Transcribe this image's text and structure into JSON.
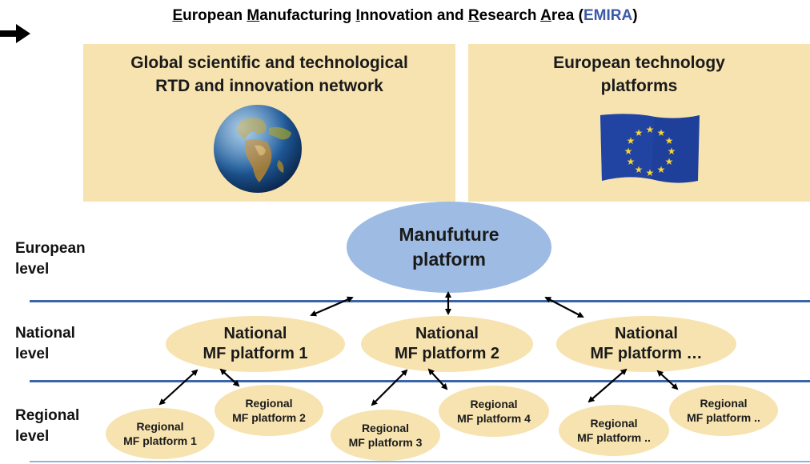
{
  "title": {
    "w1_first": "E",
    "w1_rest": "uropean",
    "w2_first": "M",
    "w2_rest": "anufacturing",
    "w3_first": "I",
    "w3_rest": "nnovation and",
    "w4_first": "R",
    "w4_rest": "esearch",
    "w5_first": "A",
    "w5_rest": "rea (",
    "acronym": "EMIRA",
    "close": ")"
  },
  "boxes": {
    "global_line1": "Global scientific and technological",
    "global_line2": "RTD and innovation network",
    "etp_line1": "European technology",
    "etp_line2": "platforms"
  },
  "levels": {
    "european_1": "European",
    "european_2": "level",
    "national_1": "National",
    "national_2": "level",
    "regional_1": "Regional",
    "regional_2": "level"
  },
  "manufuture": {
    "line1": "Manufuture",
    "line2": "platform"
  },
  "national_platforms": [
    {
      "line1": "National",
      "line2": "MF platform 1"
    },
    {
      "line1": "National",
      "line2": "MF platform 2"
    },
    {
      "line1": "National",
      "line2": "MF platform …"
    }
  ],
  "regional_platforms": [
    {
      "line1": "Regional",
      "line2": "MF platform 1"
    },
    {
      "line1": "Regional",
      "line2": "MF platform 2"
    },
    {
      "line1": "Regional",
      "line2": "MF platform 3"
    },
    {
      "line1": "Regional",
      "line2": "MF platform 4"
    },
    {
      "line1": "Regional",
      "line2": "MF platform .."
    },
    {
      "line1": "Regional",
      "line2": "MF platform .."
    }
  ],
  "icons": [
    "arrow-right-icon",
    "globe-icon",
    "eu-flag-icon"
  ],
  "colors": {
    "box_fill": "#f7e3b0",
    "manufuture_fill": "#9dbbe3",
    "level_line": "#3c65a8",
    "acronym": "#3b5aa8"
  }
}
